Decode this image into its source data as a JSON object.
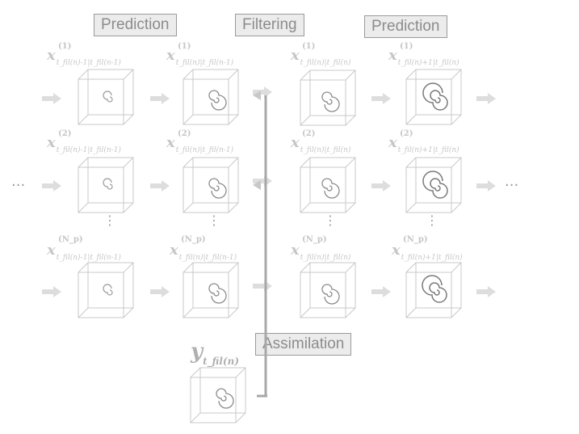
{
  "stages": {
    "prediction_left": "Prediction",
    "filtering": "Filtering",
    "prediction_right": "Prediction",
    "assimilation": "Assimilation"
  },
  "rows": [
    {
      "superscript": "(1)",
      "labels": [
        "t_fil(n)-1|t_fil(n-1)",
        "t_fil(n)|t_fil(n-1)",
        "t_fil(n)|t_fil(n)",
        "t_fil(n)+1|t_fil(n)"
      ]
    },
    {
      "superscript": "(2)",
      "labels": [
        "t_fil(n)-1|t_fil(n-1)",
        "t_fil(n)|t_fil(n-1)",
        "t_fil(n)|t_fil(n)",
        "t_fil(n)+1|t_fil(n)"
      ]
    },
    {
      "superscript": "(N_p)",
      "labels": [
        "t_fil(n)-1|t_fil(n-1)",
        "t_fil(n)|t_fil(n-1)",
        "t_fil(n)|t_fil(n)",
        "t_fil(n)+1|t_fil(n)"
      ]
    }
  ],
  "state_symbol": "x",
  "observation": {
    "symbol": "y",
    "subscript": "t_fil(n)"
  },
  "ellipsis": {
    "left": "···",
    "right": "···",
    "vertical": "⋮"
  }
}
